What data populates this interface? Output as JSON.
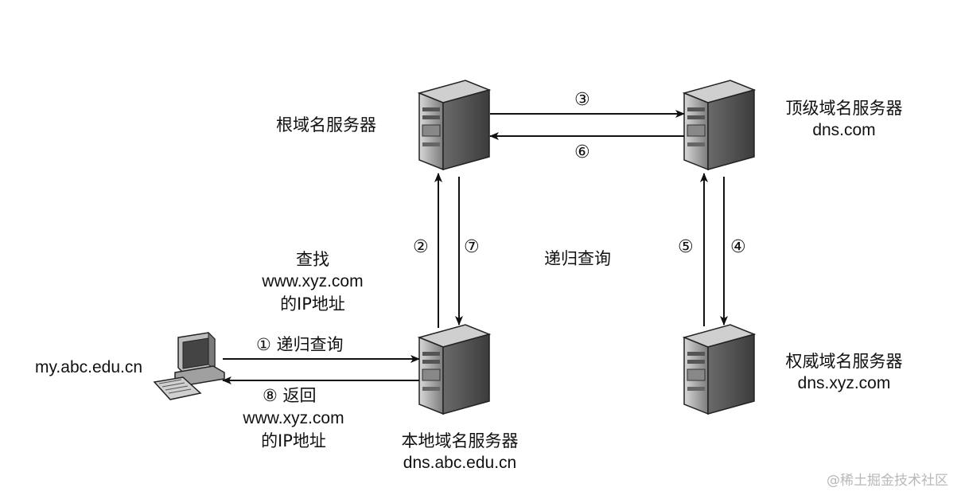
{
  "nodes": {
    "root": {
      "name": "根域名服务器"
    },
    "tld": {
      "name": "顶级域名服务器",
      "host": "dns.com"
    },
    "local": {
      "name": "本地域名服务器",
      "host": "dns.abc.edu.cn"
    },
    "auth": {
      "name": "权威域名服务器",
      "host": "dns.xyz.com"
    },
    "client": {
      "host": "my.abc.edu.cn"
    }
  },
  "steps": {
    "s1": "① 递归查询",
    "s2": "②",
    "s3": "③",
    "s4": "④",
    "s5": "⑤",
    "s6": "⑥",
    "s7": "⑦",
    "s8": "⑧ 返回"
  },
  "labels": {
    "recursive_center": "递归查询",
    "find_line1": "查找",
    "find_line2": "www.xyz.com",
    "find_line3": "的IP地址",
    "return_line2": "www.xyz.com",
    "return_line3": "的IP地址"
  },
  "watermark": "@稀土掘金技术社区"
}
